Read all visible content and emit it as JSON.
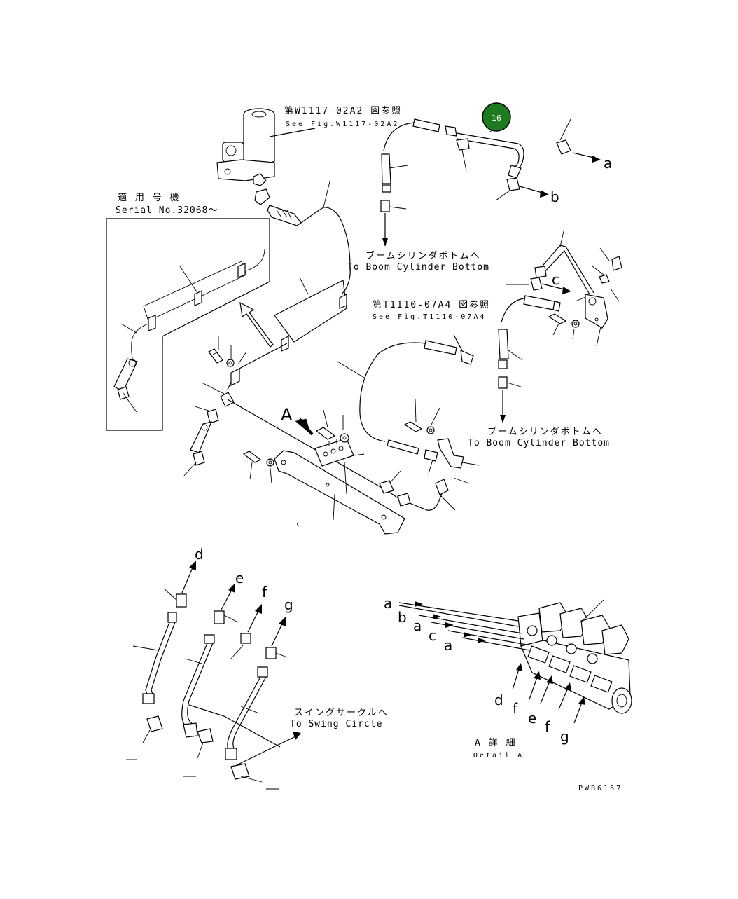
{
  "callouts": {
    "pump_ref_jp": "第W1117-02A2 図参照",
    "pump_ref_en": "See Fig.W1117-02A2",
    "serial_jp": "適 用 号 機",
    "serial_en": "Serial No.32068～",
    "boom_top_jp": "ブームシリンダボトムへ",
    "boom_top_en": "To Boom Cylinder Bottom",
    "t1110_ref_jp": "第T1110-07A4 図参照",
    "t1110_ref_en": "See Fig.T1110-07A4",
    "boom_right_jp": "ブームシリンダボトムへ",
    "boom_right_en": "To Boom Cylinder Bottom",
    "swing_jp": "スイングサークルへ",
    "swing_en": "To Swing Circle",
    "detail_jp": "A 詳 細",
    "detail_en": "Detail A",
    "drawing_code": "PWB6167"
  },
  "letters": {
    "a1": "a",
    "b1": "b",
    "c1": "c",
    "A_view": "A",
    "d_up": "d",
    "e_up": "e",
    "f_up": "f",
    "g_up": "g",
    "det_a1": "a",
    "det_b": "b",
    "det_a2": "a",
    "det_c": "c",
    "det_a3": "a",
    "det_d": "d",
    "det_f1": "f",
    "det_e": "e",
    "det_f2": "f",
    "det_g": "g"
  },
  "badge": {
    "label": "16",
    "color": "#1e7a1e"
  }
}
